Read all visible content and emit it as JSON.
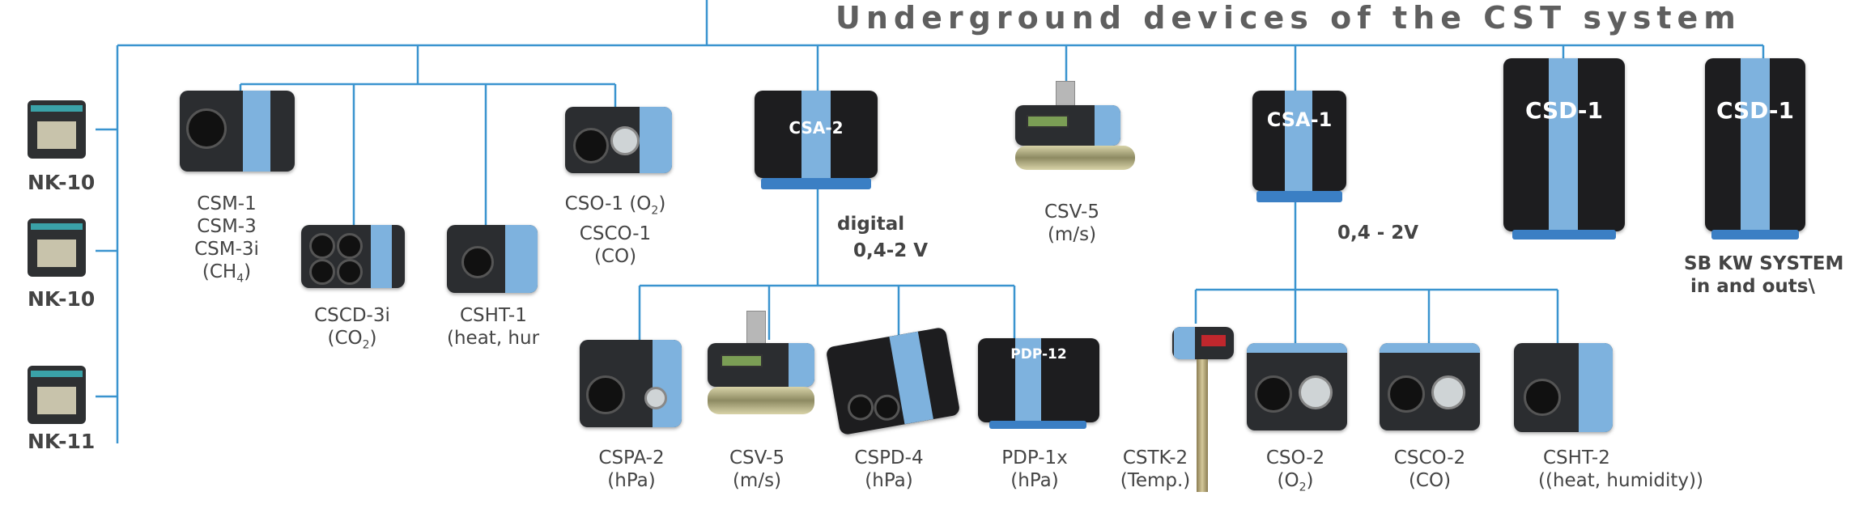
{
  "title": "Underground devices of the CST system",
  "colors": {
    "wire": "#3a94cf",
    "band": "#7eb2de",
    "housing": "#1d1d1f"
  },
  "nk_units": [
    {
      "label": "NK-10"
    },
    {
      "label": "NK-10"
    },
    {
      "label": "NK-11"
    }
  ],
  "row1": {
    "csm": {
      "lines": [
        "CSM-1",
        "CSM-3",
        "CSM-3i"
      ],
      "formula": "(CH",
      "sub": "4",
      "tail": ")"
    },
    "cscd": {
      "line1": "CSCD-3i",
      "formula": "(CO",
      "sub": "2",
      "tail": ")"
    },
    "csht1": {
      "line1": "CSHT-1",
      "line2": "(heat, hur"
    },
    "cso1": {
      "line1a": "CSO-1 (O",
      "sub": "2",
      "line1b": ")",
      "line2": "CSCO-1",
      "line3": "(CO)"
    },
    "csa2": {
      "name": "CSA-2",
      "signal1": "digital",
      "signal2": "0,4-2  V"
    },
    "csv5": {
      "line1": "CSV-5",
      "line2": "(m/s)"
    },
    "csa1": {
      "name": "CSA-1",
      "signal": "0,4 - 2V"
    },
    "csd1a": {
      "name": "CSD-1"
    },
    "csd1b": {
      "name": "CSD-1",
      "line1": "SB KW  SYSTEM",
      "line2": "in and outs\\"
    }
  },
  "row2": [
    {
      "line1": "CSPA-2",
      "line2": "(hPa)"
    },
    {
      "line1": "CSV-5",
      "line2": "(m/s)"
    },
    {
      "line1": "CSPD-4",
      "line2": "(hPa)"
    },
    {
      "line1": "PDP-1x",
      "line2": "(hPa)",
      "badge": "PDP-12"
    },
    {
      "line1": "CSTK-2",
      "line2": "(Temp.)"
    },
    {
      "line1": "CSO-2",
      "formula": "(O",
      "sub": "2",
      "tail": ")"
    },
    {
      "line1": "CSCO-2",
      "line2": "(CO)"
    },
    {
      "line1": "CSHT-2",
      "line2": "((heat, humidity))"
    }
  ]
}
